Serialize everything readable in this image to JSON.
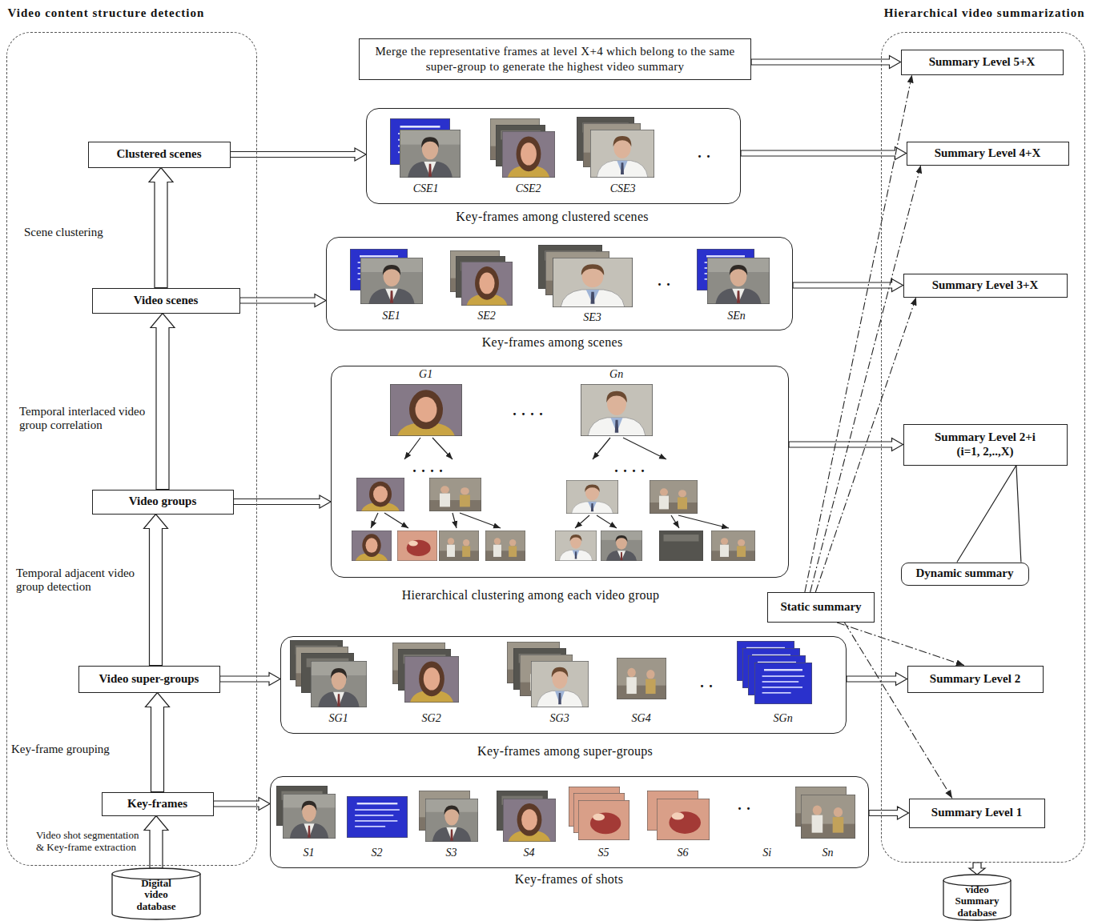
{
  "diagram": {
    "nodes": [
      {
        "text": [
          "Video content structure detection"
        ]
      },
      {
        "text": [
          "Clustered scenes"
        ],
        "in": 0
      },
      {
        "text": [
          "Video scenes"
        ],
        "in": 0
      },
      {
        "text": [
          "Video groups"
        ],
        "in": 0
      },
      {
        "text": [
          "Video super-groups"
        ],
        "in": 0
      },
      {
        "text": [
          "Key-frames"
        ],
        "in": 0
      },
      {
        "text": [
          "Digital video database"
        ]
      },
      {
        "text": [
          "Merge the representative frames at level X+4 which belong to the same super-group to generate the highest video summary"
        ]
      },
      {
        "text": [
          "CSE1",
          "CSE2",
          "CSE3",
          ". .",
          "Key-frames among clustered scenes"
        ]
      },
      {
        "text": [
          "SE1",
          "SE2",
          "SE3",
          ". .",
          "SEn",
          "Key-frames among scenes"
        ]
      },
      {
        "text": [
          "G1",
          ". . . .",
          "Gn",
          ". . . .",
          ". . . .",
          "Hierarchical clustering among each video group"
        ]
      },
      {
        "text": [
          "SG1",
          "SG2",
          "SG3",
          "SG4",
          ". .",
          "SGn",
          "Key-frames among super-groups"
        ]
      },
      {
        "text": [
          "S1",
          "S2",
          "S3",
          "S4",
          "S5",
          "S6",
          "Si",
          ". .",
          "Sn",
          "Key-frames of shots"
        ]
      },
      {
        "text": [
          "Hierarchical video summarization"
        ]
      },
      {
        "text": [
          "Summary Level 5+X"
        ],
        "in": 13
      },
      {
        "text": [
          "Summary Level 4+X"
        ],
        "in": 13
      },
      {
        "text": [
          "Summary Level 3+X"
        ],
        "in": 13
      },
      {
        "text": [
          "Summary Level 2+i (i=1, 2,..,X)"
        ],
        "in": 13
      },
      {
        "text": [
          "Dynamic summary"
        ],
        "in": 13
      },
      {
        "text": [
          "Summary Level 2"
        ],
        "in": 13
      },
      {
        "text": [
          "Summary Level 1"
        ],
        "in": 13
      },
      {
        "text": [
          "Static summary"
        ]
      },
      {
        "text": [
          "video Summary database"
        ]
      }
    ],
    "edges": [
      {
        "from": 6,
        "to": 5,
        "arrow": "to",
        "label": "Video shot segmentation & Key-frame extraction"
      },
      {
        "from": 5,
        "to": 4,
        "arrow": "to",
        "label": "Key-frame grouping"
      },
      {
        "from": 4,
        "to": 3,
        "arrow": "to",
        "label": "Temporal adjacent video group detection"
      },
      {
        "from": 3,
        "to": 2,
        "arrow": "to",
        "label": "Temporal interlaced video group correlation"
      },
      {
        "from": 2,
        "to": 1,
        "arrow": "to",
        "label": "Scene clustering"
      },
      {
        "from": 1,
        "to": 8,
        "arrow": "to"
      },
      {
        "from": 2,
        "to": 9,
        "arrow": "to"
      },
      {
        "from": 3,
        "to": 10,
        "arrow": "to"
      },
      {
        "from": 4,
        "to": 11,
        "arrow": "to"
      },
      {
        "from": 5,
        "to": 12,
        "arrow": "to"
      },
      {
        "from": 7,
        "to": 14,
        "arrow": "to"
      },
      {
        "from": 8,
        "to": 15,
        "arrow": "to"
      },
      {
        "from": 9,
        "to": 16,
        "arrow": "to"
      },
      {
        "from": 10,
        "to": 17,
        "arrow": "to"
      },
      {
        "from": 11,
        "to": 19,
        "arrow": "to"
      },
      {
        "from": 12,
        "to": 20,
        "arrow": "to"
      },
      {
        "from": 21,
        "to": 14,
        "arrow": "to"
      },
      {
        "from": 21,
        "to": 15,
        "arrow": "to"
      },
      {
        "from": 21,
        "to": 16,
        "arrow": "to"
      },
      {
        "from": 21,
        "to": 19,
        "arrow": "to"
      },
      {
        "from": 21,
        "to": 20,
        "arrow": "to"
      },
      {
        "from": 18,
        "to": 17,
        "arrow": "none"
      },
      {
        "from": 13,
        "to": 22,
        "arrow": "to"
      }
    ]
  }
}
